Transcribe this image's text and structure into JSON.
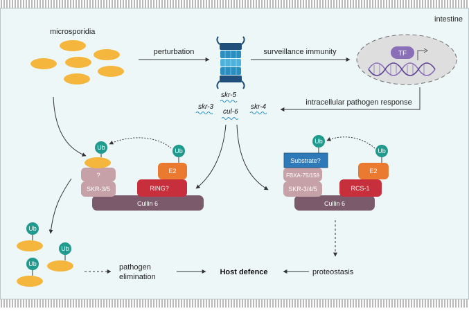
{
  "diagram": {
    "tissue_label": "intestine",
    "pathogen_label": "microsporidia",
    "edges": {
      "perturbation": "perturbation",
      "surveillance": "surveillance immunity",
      "ipr": "intracellular pathogen response"
    },
    "tf_label": "TF",
    "genes": {
      "skr5": "skr-5",
      "skr3": "skr-3",
      "cul6": "cul-6",
      "skr4": "skr-4"
    },
    "left_complex": {
      "ub": "Ub",
      "e2": "E2",
      "unknown": "?",
      "skr": "SKR-3/5",
      "ring": "RING?",
      "cullin": "Cullin 6"
    },
    "right_complex": {
      "ub": "Ub",
      "substrate": "Substrate?",
      "e2": "E2",
      "fbxa": "FBXA-75/158",
      "skr": "SKR-3/4/5",
      "rcs": "RCS-1",
      "cullin": "Cullin 6"
    },
    "bottom_ub": [
      "Ub",
      "Ub",
      "Ub"
    ],
    "outcomes": {
      "pathogen_line1": "pathogen",
      "pathogen_line2": "elimination",
      "host": "Host defence",
      "proteostasis": "proteostasis"
    },
    "colors": {
      "background": "#eef7f8",
      "border": "#9a9a9a",
      "spore": "#f5b63e",
      "ub": "#1f9a8d",
      "e2": "#ea7a2f",
      "ring": "#c62f3b",
      "skr": "#c6a1a8",
      "cullin": "#7b5a6b",
      "substrate": "#2e7ab8",
      "proteasome": "#2a8fc0",
      "tf": "#8a6fb8",
      "cell": "#dedede"
    }
  }
}
